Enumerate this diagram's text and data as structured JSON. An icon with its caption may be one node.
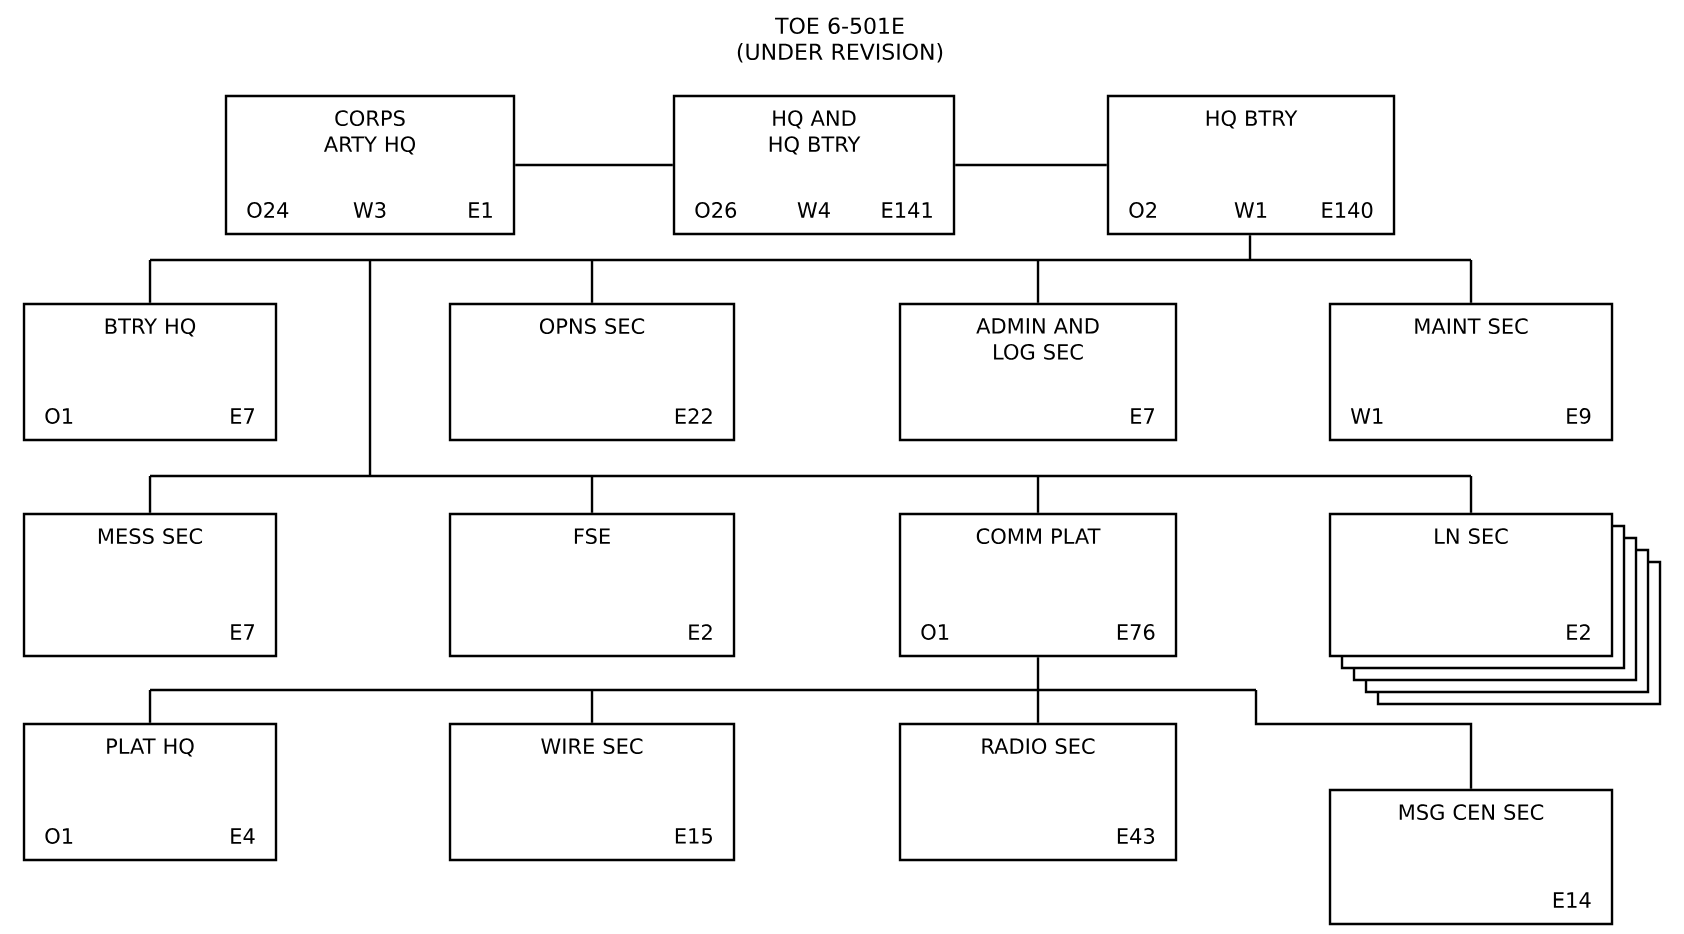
{
  "diagram": {
    "title": "TOE 6-501E (UNDER REVISION)",
    "nodes": [
      {
        "text": [
          "CORPS ARTY HQ",
          "O24",
          "W3",
          "E1"
        ]
      },
      {
        "text": [
          "HQ AND HQ BTRY",
          "O26",
          "W4",
          "E141"
        ]
      },
      {
        "text": [
          "HQ BTRY",
          "O2",
          "W1",
          "E140"
        ]
      },
      {
        "text": [
          "BTRY HQ",
          "O1",
          "E7"
        ]
      },
      {
        "text": [
          "OPNS SEC",
          "E22"
        ]
      },
      {
        "text": [
          "ADMIN AND LOG SEC",
          "E7"
        ]
      },
      {
        "text": [
          "MAINT SEC",
          "W1",
          "E9"
        ]
      },
      {
        "text": [
          "MESS SEC",
          "E7"
        ]
      },
      {
        "text": [
          "FSE",
          "E2"
        ]
      },
      {
        "text": [
          "COMM PLAT",
          "O1",
          "E76"
        ]
      },
      {
        "text": [
          "LN SEC",
          "E2"
        ]
      },
      {
        "text": [
          "PLAT HQ",
          "O1",
          "E4"
        ]
      },
      {
        "text": [
          "WIRE SEC",
          "E15"
        ]
      },
      {
        "text": [
          "RADIO SEC",
          "E43"
        ]
      },
      {
        "text": [
          "MSG CEN SEC",
          "E14"
        ]
      }
    ],
    "edges": [
      {
        "from": 0,
        "to": 1,
        "arrow": "none"
      },
      {
        "from": 1,
        "to": 2,
        "arrow": "none"
      },
      {
        "from": 2,
        "to": 3,
        "arrow": "none"
      },
      {
        "from": 2,
        "to": 4,
        "arrow": "none"
      },
      {
        "from": 2,
        "to": 5,
        "arrow": "none"
      },
      {
        "from": 2,
        "to": 6,
        "arrow": "none"
      },
      {
        "from": 2,
        "to": 7,
        "arrow": "none"
      },
      {
        "from": 2,
        "to": 8,
        "arrow": "none"
      },
      {
        "from": 2,
        "to": 9,
        "arrow": "none"
      },
      {
        "from": 2,
        "to": 10,
        "arrow": "none"
      },
      {
        "from": 9,
        "to": 11,
        "arrow": "none"
      },
      {
        "from": 9,
        "to": 12,
        "arrow": "none"
      },
      {
        "from": 9,
        "to": 13,
        "arrow": "none"
      },
      {
        "from": 9,
        "to": 14,
        "arrow": "none"
      }
    ]
  }
}
